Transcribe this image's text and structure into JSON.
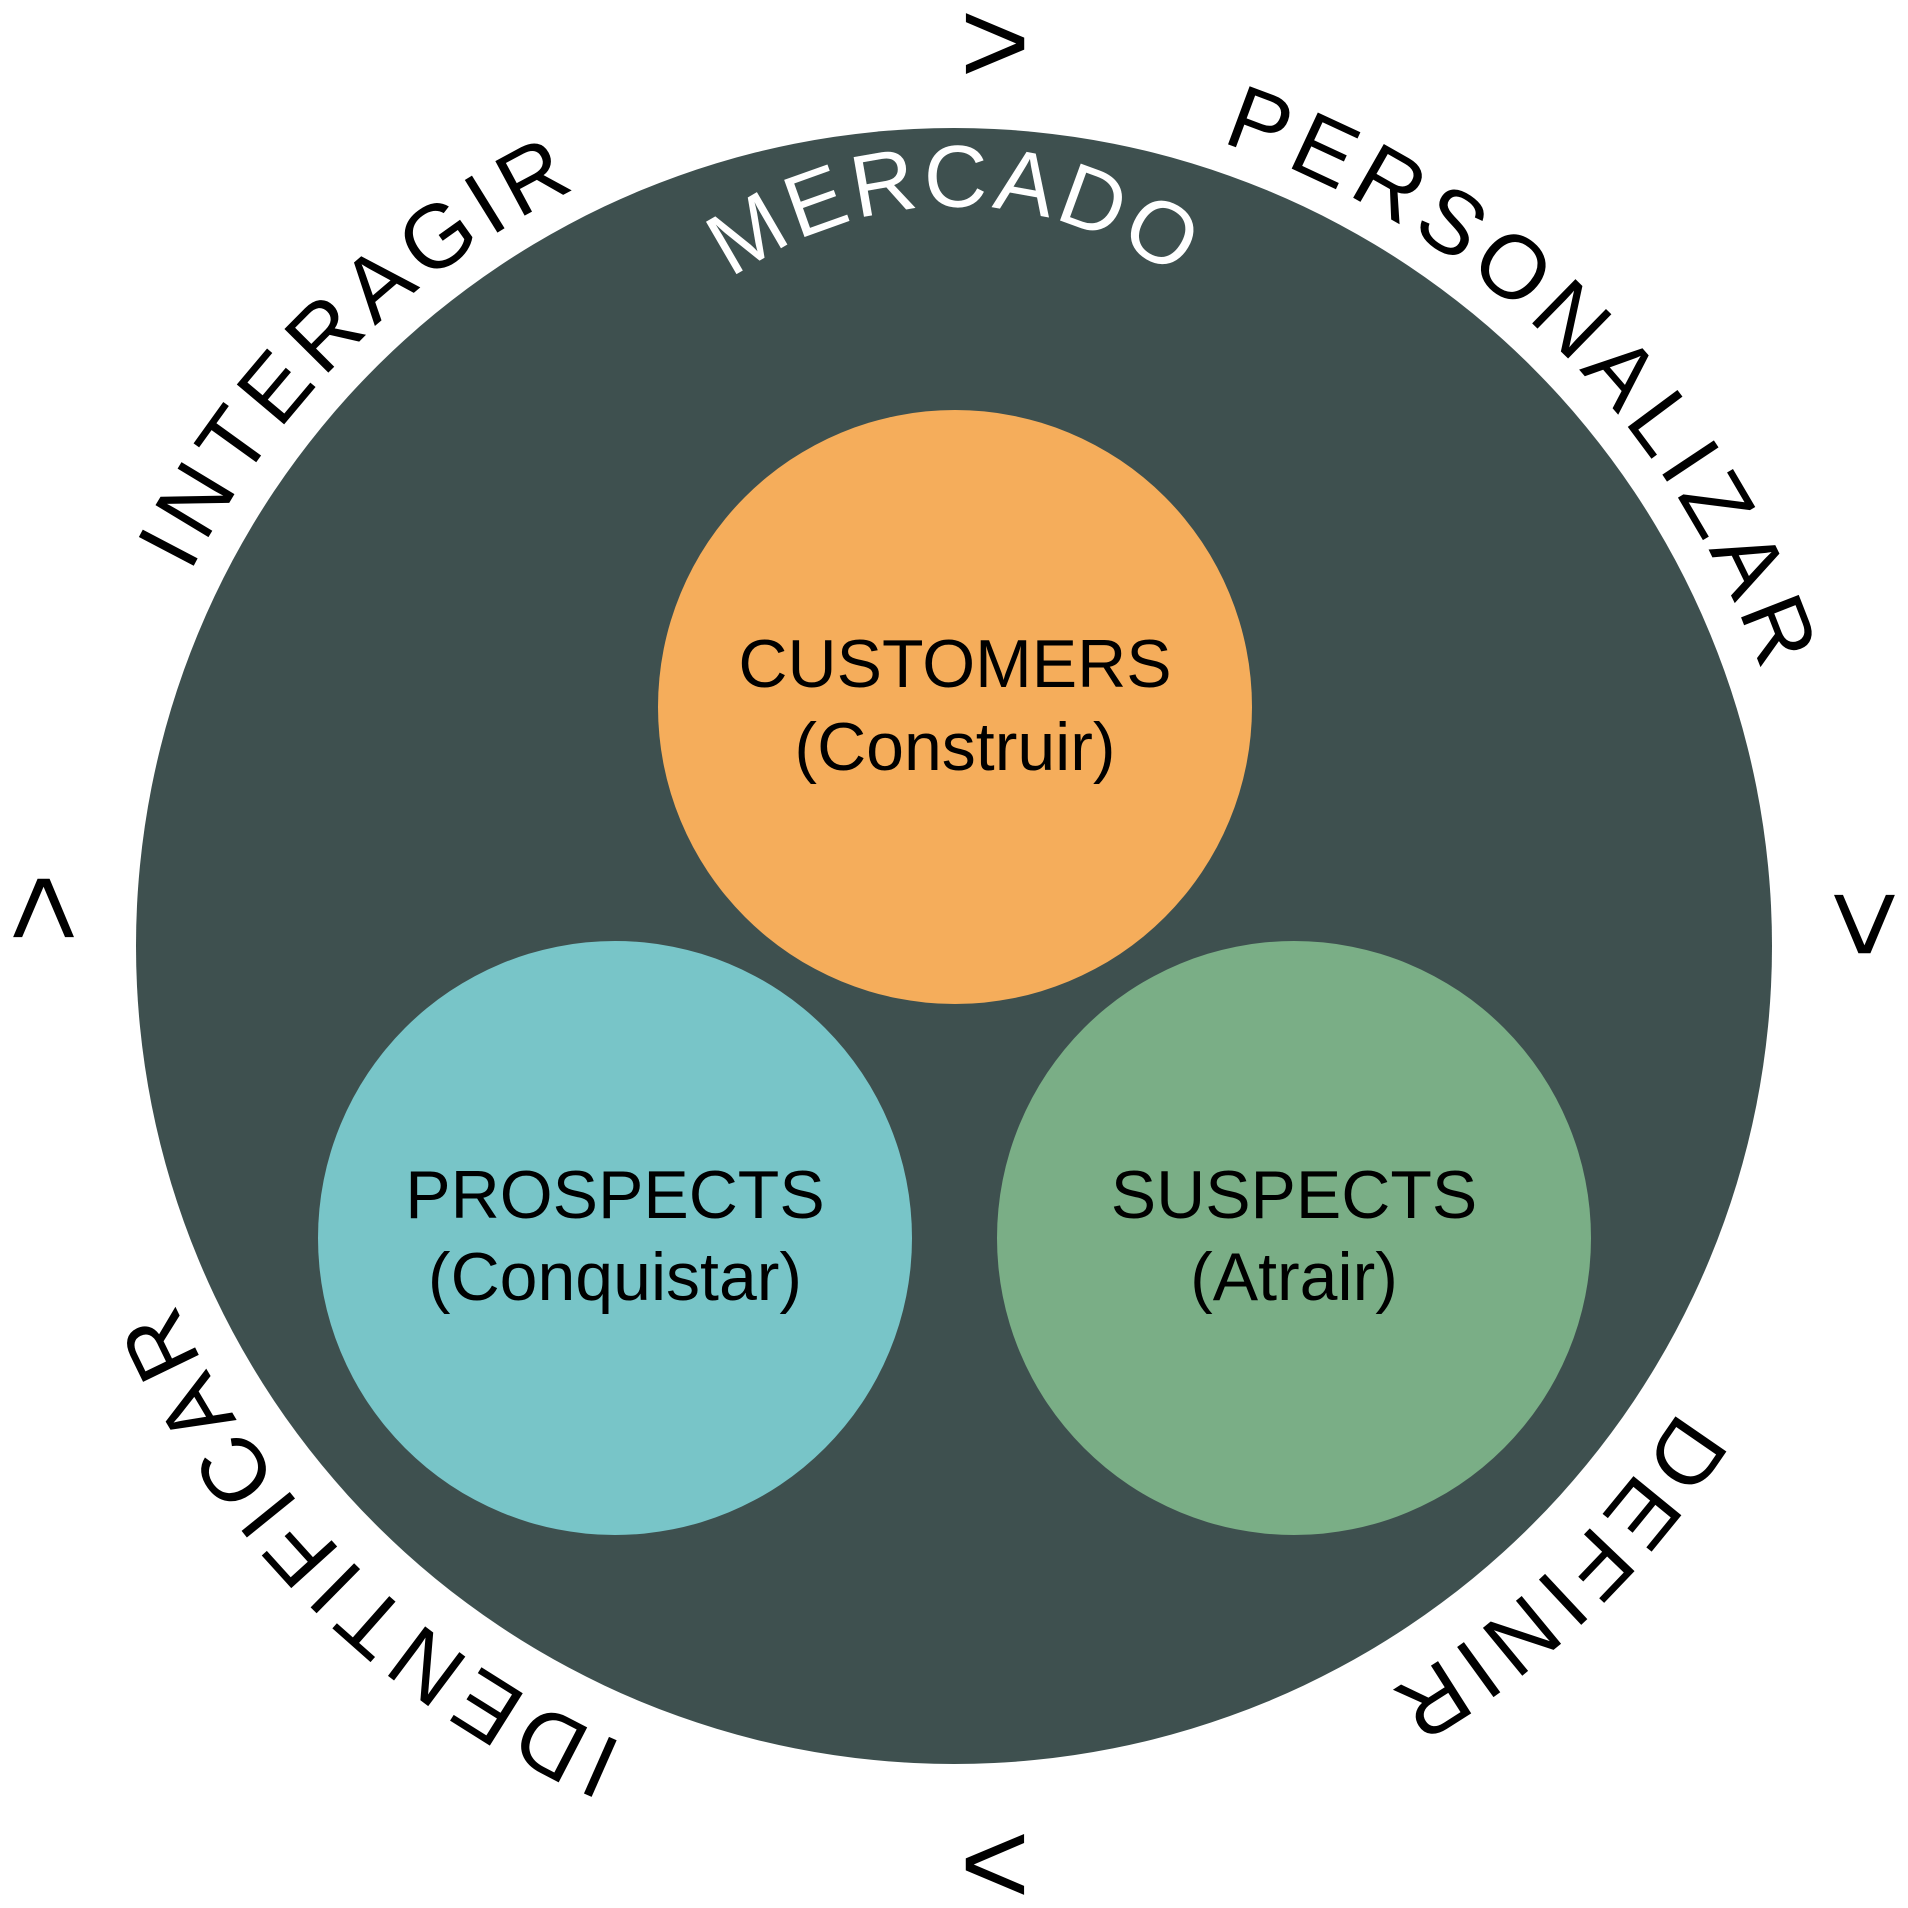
{
  "market": {
    "label": "MERCADO",
    "fill": "#3e504f",
    "text_color": "#ffffff"
  },
  "steps": {
    "interagir": "INTERAGIR",
    "personalizar": "PERSONALIZAR",
    "definir": "DEFINIR",
    "identificar": "IDENTIFICAR"
  },
  "arrows": {
    "top": ">",
    "right": ">",
    "bottom": ">",
    "left": ">"
  },
  "circles": {
    "customers": {
      "title": "CUSTOMERS",
      "subtitle": "(Construir)",
      "fill": "#f5ad5b"
    },
    "prospects": {
      "title": "PROSPECTS",
      "subtitle": "(Conquistar)",
      "fill": "#78c5c8"
    },
    "suspects": {
      "title": "SUSPECTS",
      "subtitle": "(Atrair)",
      "fill": "#7aae86"
    }
  }
}
